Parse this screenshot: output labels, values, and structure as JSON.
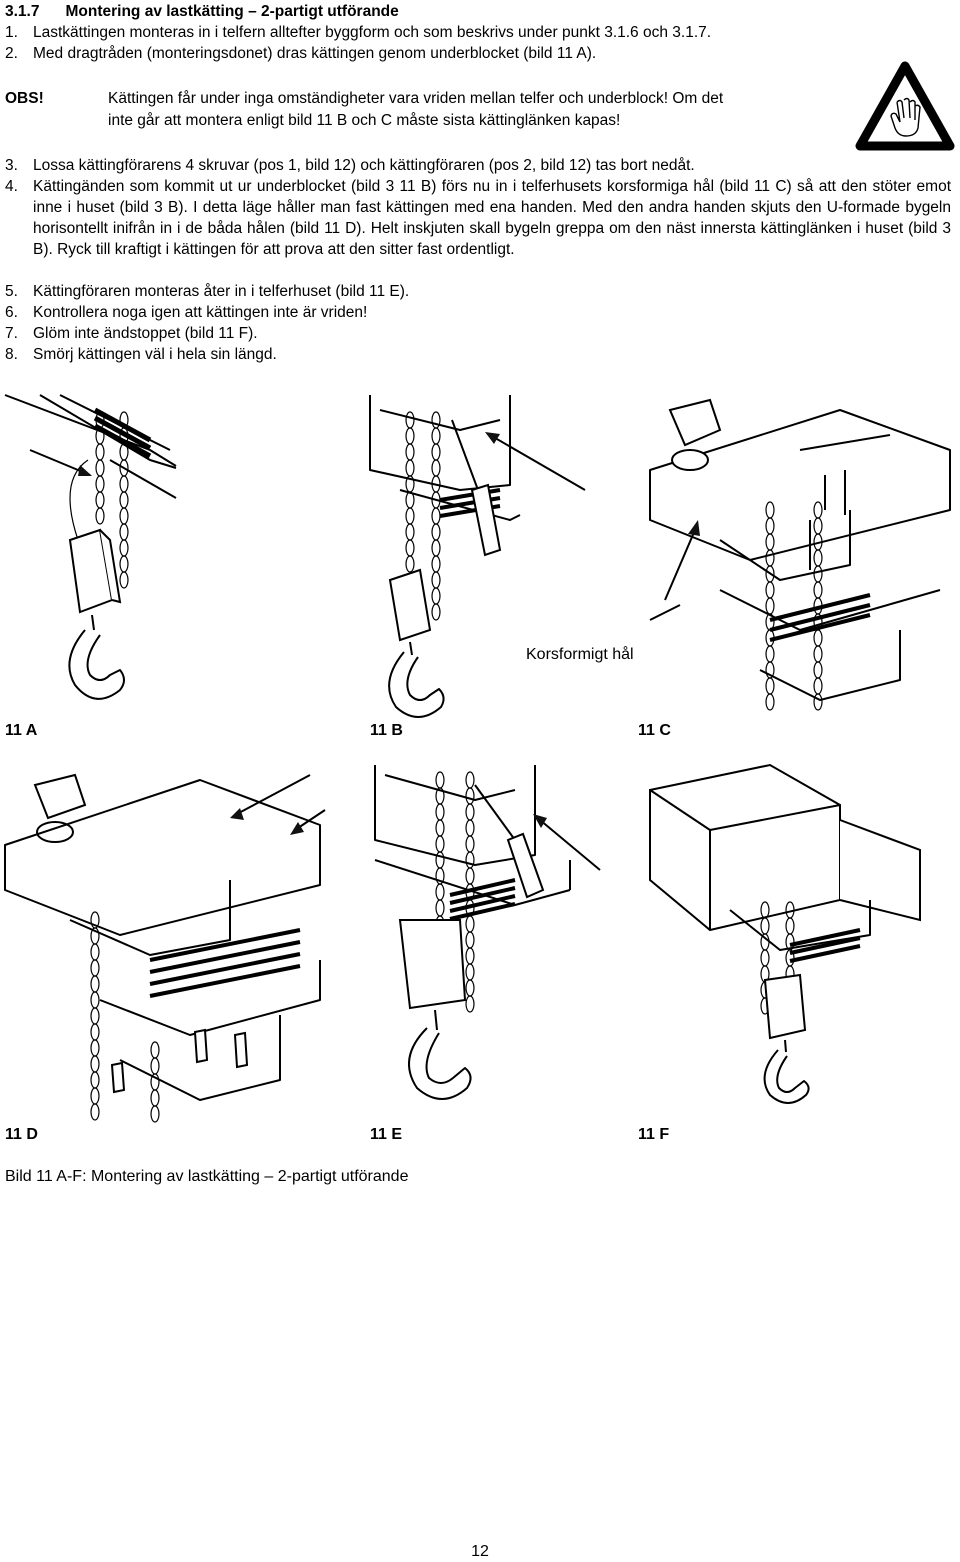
{
  "heading": {
    "number": "3.1.7",
    "title": "Montering av lastkätting – 2-partigt utförande"
  },
  "steps_top": [
    {
      "num": "1.",
      "text": "Lastkättingen monteras in i telfern alltefter byggform och som beskrivs under punkt 3.1.6 och 3.1.7."
    },
    {
      "num": "2.",
      "text": "Med dragtråden (monteringsdonet) dras kättingen genom underblocket (bild 11 A)."
    }
  ],
  "obs": {
    "label": "OBS!",
    "line1": "Kättingen får under inga omständigheter vara vriden mellan telfer och underblock! Om det",
    "line2": "inte går att montera enligt bild 11 B och C måste sista kättinglänken kapas!"
  },
  "steps_bottom": [
    {
      "num": "3.",
      "text": "Lossa kättingförarens 4 skruvar (pos 1, bild 12) och kättingföraren (pos 2, bild 12) tas bort nedåt."
    },
    {
      "num": "4.",
      "text": "Kättingänden som kommit ut ur underblocket (bild 3 11 B) förs nu in i telferhusets korsformiga hål (bild 11 C) så att den stöter emot inne i huset (bild 3 B). I detta läge håller man fast kättingen med ena handen. Med den andra handen skjuts den U-formade bygeln horisontellt inifrån in i de båda hålen (bild 11 D). Helt inskjuten skall bygeln greppa om den näst innersta kättinglänken i huset (bild 3 B). Ryck till kraftigt i kättingen för att prova att den sitter fast ordentligt."
    },
    {
      "num": "5.",
      "text": "Kättingföraren monteras åter in i telferhuset (bild 11 E)."
    },
    {
      "num": "6.",
      "text": "Kontrollera noga igen att kättingen inte är vriden!"
    },
    {
      "num": "7.",
      "text": "Glöm inte ändstoppet (bild 11 F)."
    },
    {
      "num": "8.",
      "text": "Smörj kättingen väl i hela sin längd."
    }
  ],
  "figures": {
    "callout_c": "Korsformigt hål",
    "labels": [
      "11 A",
      "11 B",
      "11 C",
      "11 D",
      "11 E",
      "11 F"
    ]
  },
  "caption": "Bild 11 A-F: Montering av lastkätting – 2-partigt utförande",
  "page_number": "12",
  "icons": [
    "warning-hand-icon"
  ]
}
